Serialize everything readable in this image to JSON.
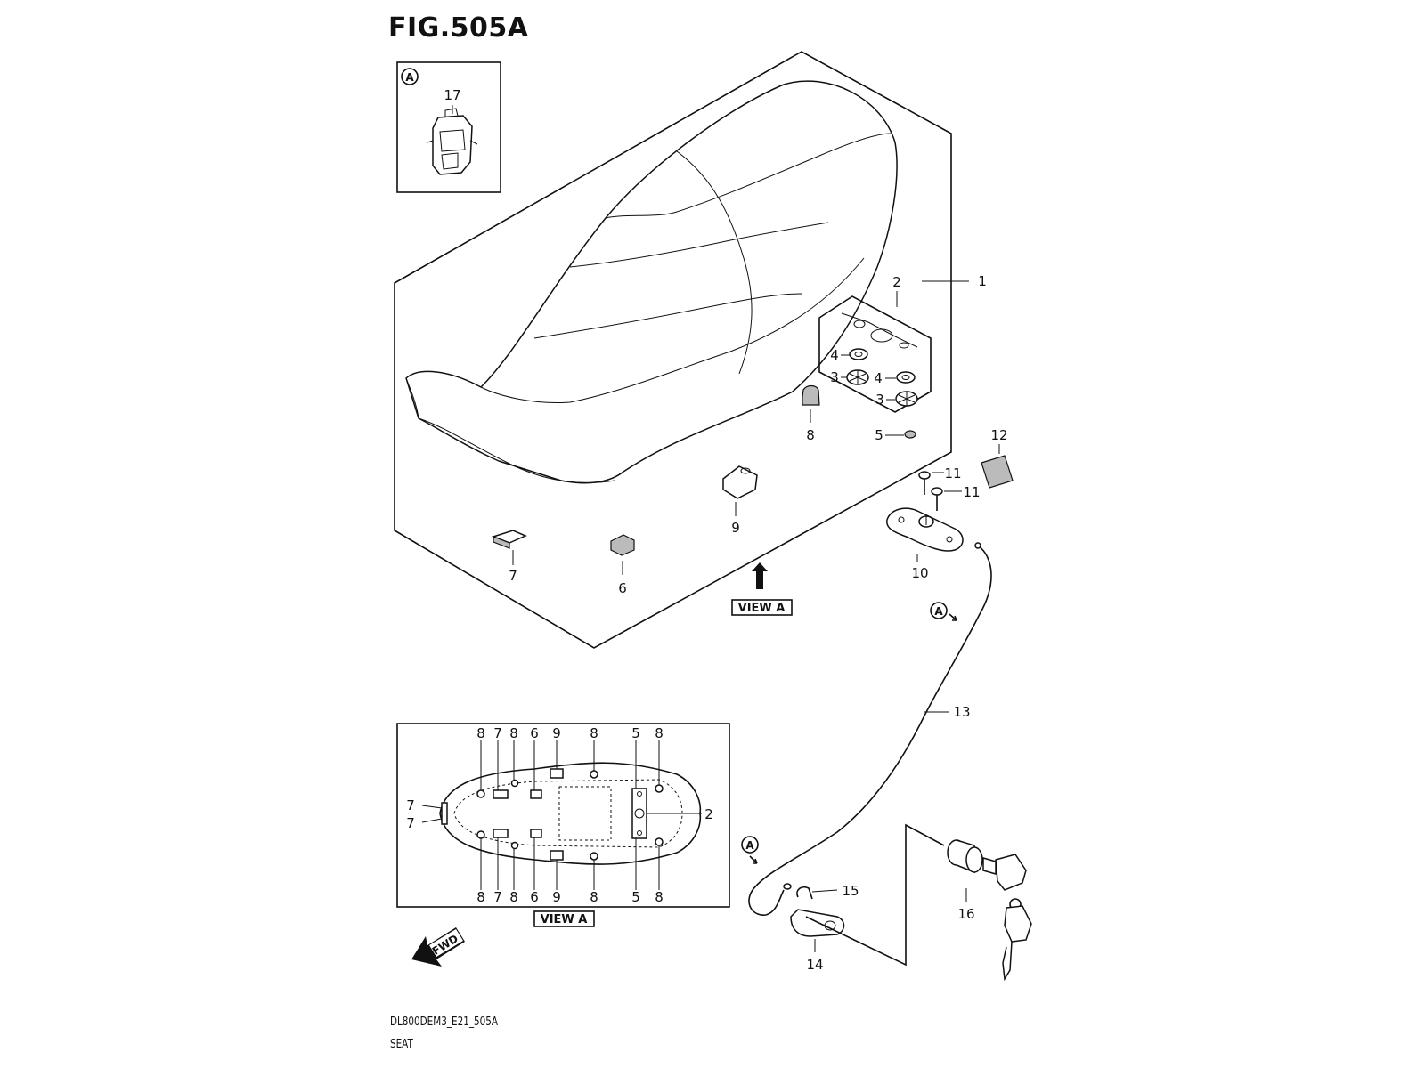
{
  "figure": {
    "title": "FIG.505A",
    "model_code": "DL800DEM3_E21_505A",
    "name": "SEAT"
  },
  "callout_letter": "A",
  "view_label": "VIEW A",
  "fwd_label": "FWD",
  "callouts": {
    "p1": "1",
    "p2": "2",
    "p3a": "3",
    "p3b": "3",
    "p4a": "4",
    "p4b": "4",
    "p5": "5",
    "p6": "6",
    "p7": "7",
    "p8": "8",
    "p9": "9",
    "p10": "10",
    "p11a": "11",
    "p11b": "11",
    "p12": "12",
    "p13": "13",
    "p14": "14",
    "p15": "15",
    "p16": "16",
    "p17": "17"
  },
  "view_a": {
    "top_labels": [
      "8",
      "7",
      "8",
      "6",
      "9",
      "8",
      "5",
      "8"
    ],
    "bottom_labels": [
      "8",
      "7",
      "8",
      "6",
      "9",
      "8",
      "5",
      "8"
    ],
    "left_labels": [
      "7",
      "7"
    ],
    "right_label": "2"
  },
  "colors": {
    "line": "#111111",
    "watermark": "#cccccc",
    "part_fill": "#bbbbbb"
  }
}
